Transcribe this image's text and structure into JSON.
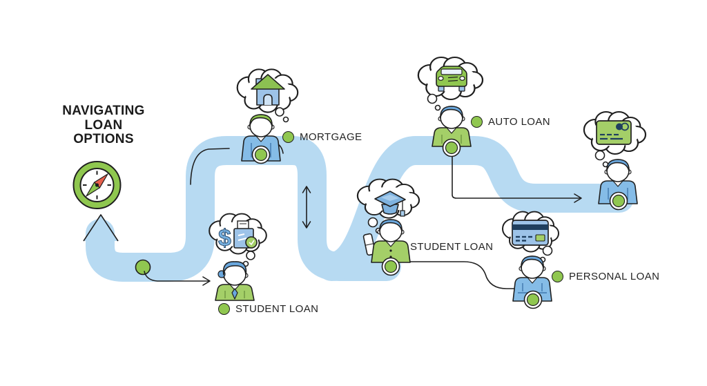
{
  "title": {
    "line1": "NAVIGATING",
    "line2": "LOAN",
    "line3": "OPTIONS"
  },
  "start": {
    "icon": "compass-icon"
  },
  "nodes": {
    "mortgage": {
      "label": "MORTGAGE",
      "thought_icon": "house-icon"
    },
    "student_loan_first": {
      "label": "STUDENT LOAN",
      "thought_icon": "tuition-receipt-dollar-icon"
    },
    "student_loan_second": {
      "label": "STUDENT LOAN",
      "thought_icon": "graduation-cap-icon"
    },
    "auto_loan": {
      "label": "AUTO LOAN",
      "thought_icon": "car-icon"
    },
    "personal_loan": {
      "label": "PERSONAL LOAN",
      "thought_icon": "credit-card-icon"
    },
    "journey_end": {
      "thought_icon": "credit-card-icon"
    }
  },
  "icons": {
    "dollar_glyph": "$"
  },
  "colors": {
    "path_blue": "#b7daf2",
    "accent_green": "#90c750",
    "shirt_blue": "#85bce7",
    "shirt_green": "#a4cf68",
    "hair_blue": "#6aa7dd",
    "hair_green": "#8fc74f",
    "outline": "#1f1f1f",
    "compass_needle_red": "#e8604c",
    "card_navy": "#1f3f5f"
  }
}
